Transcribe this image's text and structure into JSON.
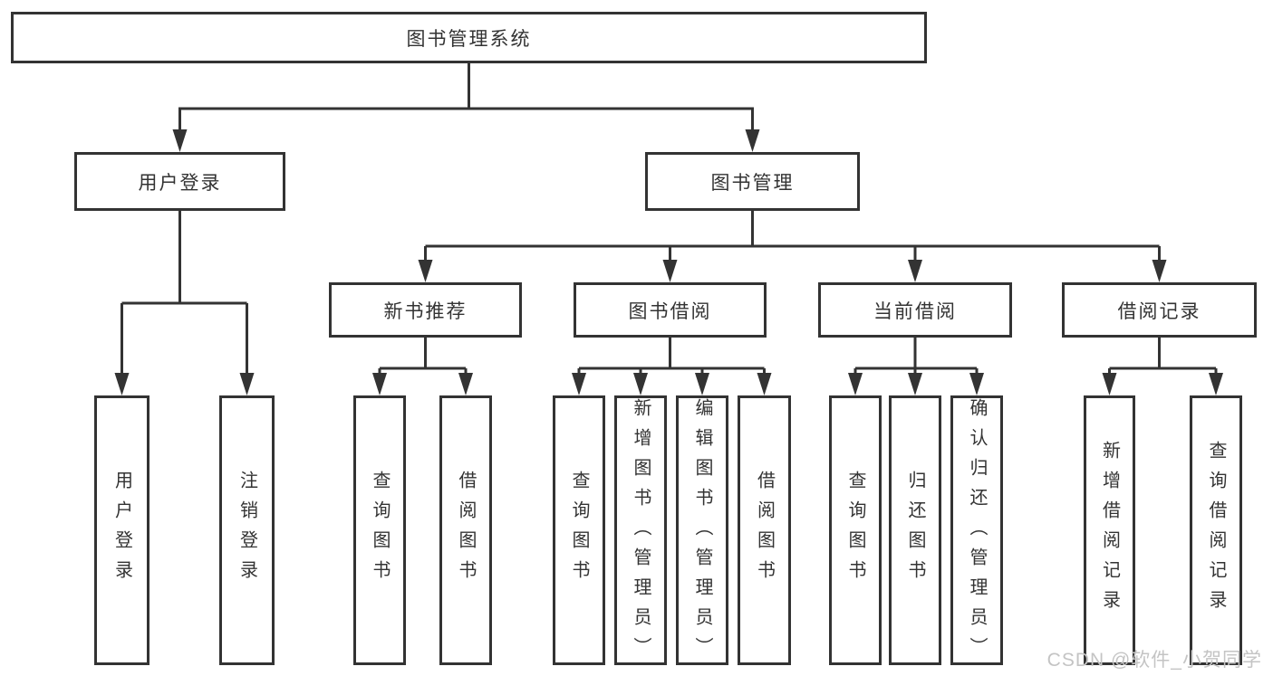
{
  "tree": {
    "label": "图书管理系统",
    "children": [
      {
        "label": "用户登录",
        "children": [
          {
            "label": "用户登录"
          },
          {
            "label": "注销登录"
          }
        ]
      },
      {
        "label": "图书管理",
        "children": [
          {
            "label": "新书推荐",
            "children": [
              {
                "label": "查询图书"
              },
              {
                "label": "借阅图书"
              }
            ]
          },
          {
            "label": "图书借阅",
            "children": [
              {
                "label": "查询图书"
              },
              {
                "label": "新增图书（管理员）"
              },
              {
                "label": "编辑图书（管理员）"
              },
              {
                "label": "借阅图书"
              }
            ]
          },
          {
            "label": "当前借阅",
            "children": [
              {
                "label": "查询图书"
              },
              {
                "label": "归还图书"
              },
              {
                "label": "确认归还（管理员）"
              }
            ]
          },
          {
            "label": "借阅记录",
            "children": [
              {
                "label": "新增借阅记录"
              },
              {
                "label": "查询借阅记录"
              }
            ]
          }
        ]
      }
    ]
  },
  "watermark": {
    "text": "CSDN @软件_小贺同学"
  },
  "colors": {
    "line": "#333333",
    "box_border": "#333333",
    "box_background": "#ffffff",
    "text": "#333333",
    "watermark": "#c4c4c4"
  }
}
